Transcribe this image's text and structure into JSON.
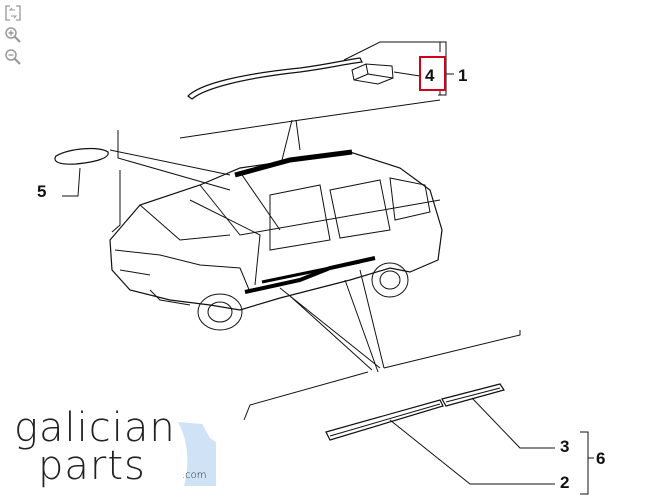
{
  "toolbar": {
    "fit_icon": "fit-to-screen-icon",
    "zoom_in_icon": "zoom-in-icon",
    "zoom_out_icon": "zoom-out-icon"
  },
  "callouts": {
    "c1": "1",
    "c2": "2",
    "c3": "3",
    "c4": "4",
    "c5": "5",
    "c6": "6"
  },
  "highlight_color": "#d0021b",
  "logo": {
    "line1": "galician",
    "line2": "parts",
    "suffix": ".com"
  }
}
